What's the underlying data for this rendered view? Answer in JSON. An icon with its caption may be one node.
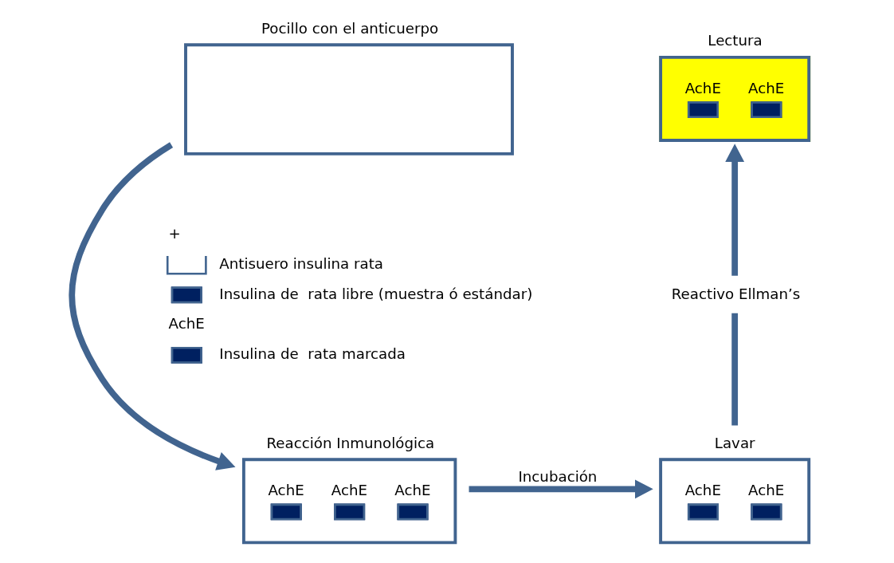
{
  "diagram": {
    "nodes": [
      {
        "text": [
          "Pocillo con el anticuerpo"
        ]
      },
      {
        "text": [
          "Reacción Inmunológica",
          "AchE",
          "AchE",
          "AchE"
        ]
      },
      {
        "text": [
          "AchE",
          "AchE"
        ],
        "beside": [
          "Lavar"
        ]
      },
      {
        "text": [
          "Reactivo Ellman’s"
        ]
      },
      {
        "text": [
          "Lectura",
          "AchE",
          "AchE"
        ]
      }
    ],
    "edges": [
      {
        "from": 0,
        "to": 1,
        "arrow": "to"
      },
      {
        "from": 1,
        "to": 2,
        "arrow": "to",
        "label": "Incubación"
      },
      {
        "from": 2,
        "to": 3,
        "arrow": "none"
      },
      {
        "from": 3,
        "to": 4,
        "arrow": "to"
      }
    ],
    "labels": [
      "+",
      "AchE"
    ],
    "legend": [
      {
        "text": "Antisuero insulina rata"
      },
      {
        "text": "Insulina de  rata libre (muestra ó estándar)"
      },
      {
        "text": "Insulina de  rata marcada"
      }
    ]
  }
}
